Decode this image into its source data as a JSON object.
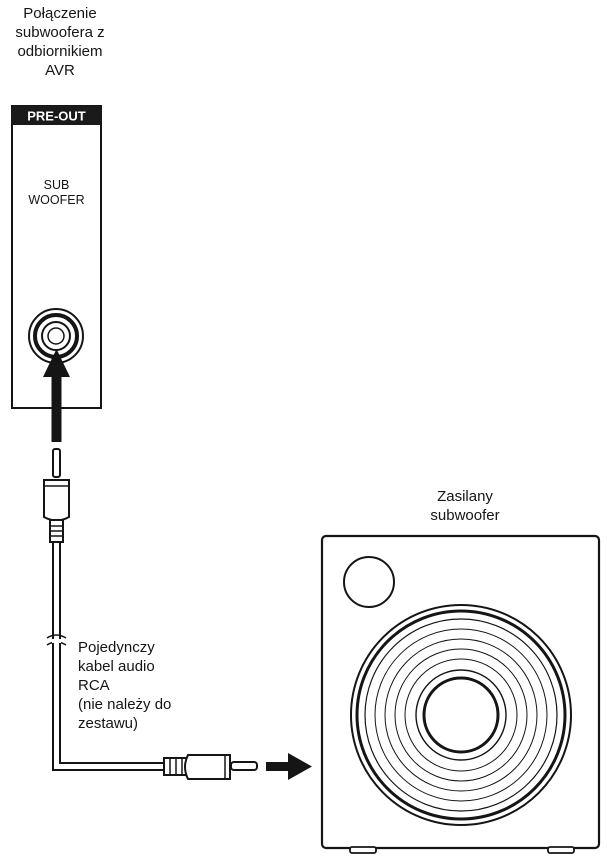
{
  "avr": {
    "caption": [
      "Połączenie",
      "subwoofera z",
      "odbiornikiem",
      "AVR"
    ],
    "panel_header": "PRE-OUT",
    "jack_label_line1": "SUB",
    "jack_label_line2": "WOOFER"
  },
  "subwoofer": {
    "caption": [
      "Zasilany",
      "subwoofer"
    ]
  },
  "cable": {
    "caption": [
      "Pojedynczy",
      "kabel audio",
      "RCA",
      "(nie należy do",
      "zestawu)"
    ]
  },
  "colors": {
    "ink": "#151515",
    "background": "#ffffff",
    "header_fill": "#1a1a1a"
  }
}
